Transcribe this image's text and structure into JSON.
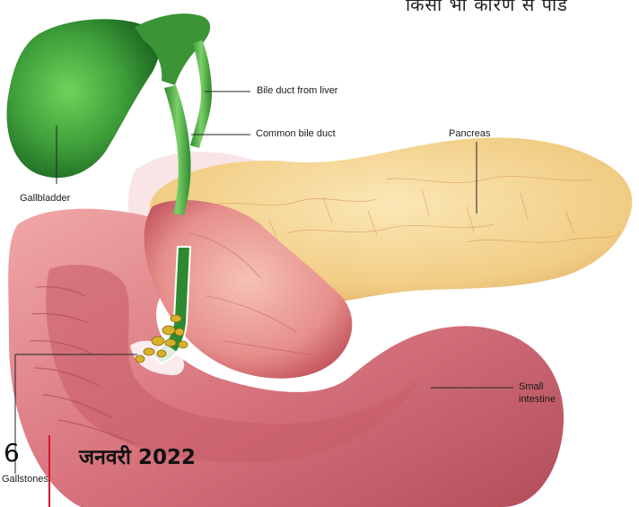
{
  "header_text": "किसी भी कारण से पीड",
  "labels": {
    "bile_duct_from_liver": "Bile duct from liver",
    "common_bile_duct": "Common bile duct",
    "pancreas": "Pancreas",
    "gallbladder": "Gallbladder",
    "small_intestine_line1": "Small",
    "small_intestine_line2": "intestine",
    "gallstones": "Gallstones"
  },
  "footer": {
    "page_number": "6",
    "issue_date": "जनवरी 2022"
  },
  "colors": {
    "gallbladder_green": "#3f9e3a",
    "pancreas_yellow": "#f1cd84",
    "intestine_pink": "#d9757f",
    "stones_yellow": "#d8b12a",
    "rule_red": "#d3172b"
  }
}
